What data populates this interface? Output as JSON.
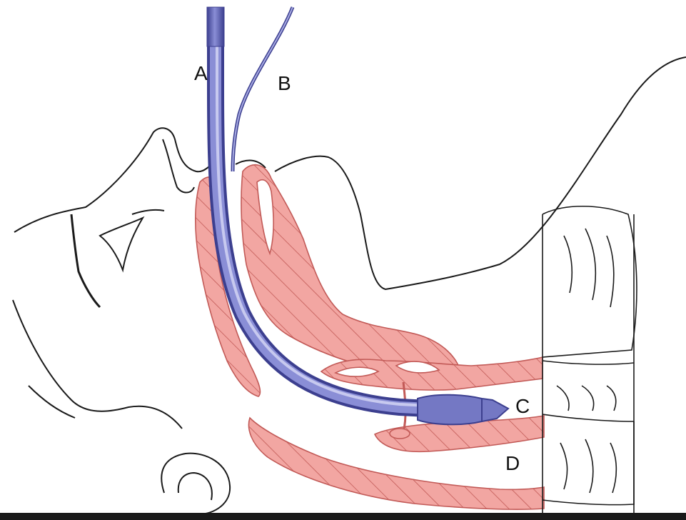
{
  "labels": {
    "a": "A",
    "b": "B",
    "c": "C",
    "d": "D"
  },
  "colors": {
    "tube": "#7478c4",
    "tube_dark": "#3c3f8f",
    "tissue": "#f2a6a2",
    "tissue_edge": "#c25a57",
    "outline": "#1a1a1a",
    "background": "#ffffff"
  }
}
